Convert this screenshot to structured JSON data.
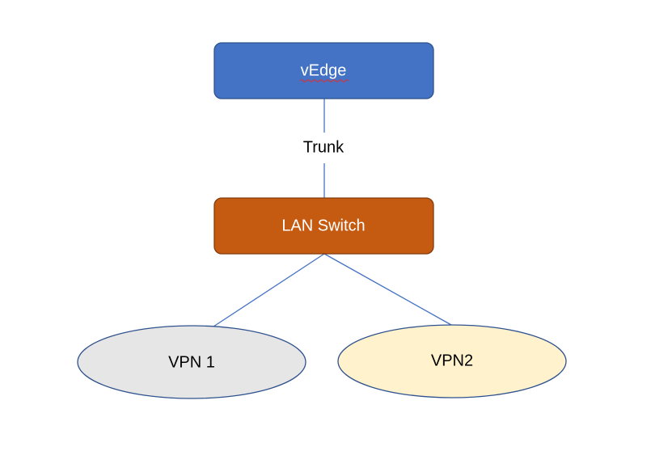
{
  "diagram": {
    "nodes": {
      "vedge": {
        "label": "vEdge",
        "fill": "#4472c4",
        "stroke": "#2f528f",
        "text_color": "#ffffff"
      },
      "lan_switch": {
        "label": "LAN Switch",
        "fill": "#c55a11",
        "stroke": "#843c0c",
        "text_color": "#ffffff"
      },
      "vpn1": {
        "label": "VPN 1",
        "fill": "#e7e6e6",
        "stroke": "#2f528f",
        "text_color": "#000000"
      },
      "vpn2": {
        "label": "VPN2",
        "fill": "#fff2cc",
        "stroke": "#2f528f",
        "text_color": "#000000"
      }
    },
    "edges": [
      {
        "from": "vedge",
        "to": "lan_switch",
        "label": "Trunk"
      },
      {
        "from": "lan_switch",
        "to": "vpn1",
        "label": ""
      },
      {
        "from": "lan_switch",
        "to": "vpn2",
        "label": ""
      }
    ],
    "line_color": "#4472c4",
    "spellcheck_underline_color": "#e03030"
  }
}
